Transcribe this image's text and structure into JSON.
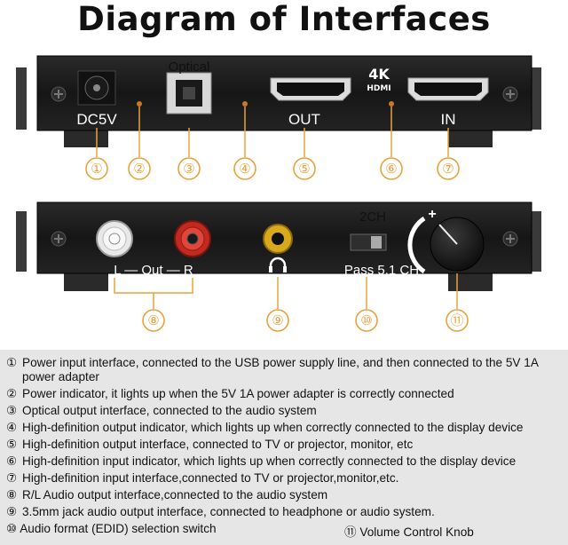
{
  "title": "Diagram of Interfaces",
  "front_panel": {
    "optical_label": "Optical",
    "dc_label": "DC5V",
    "out_label": "OUT",
    "in_label": "IN",
    "brand_4k": "4K",
    "brand_hdmi": "HDMI"
  },
  "rear_panel": {
    "lr_label": "L — Out — R",
    "switch_top": "2CH",
    "switch_bottom": "Pass  5.1 CH",
    "plus": "+",
    "minus": "−"
  },
  "callouts": [
    "①",
    "②",
    "③",
    "④",
    "⑤",
    "⑥",
    "⑦",
    "⑧",
    "⑨",
    "⑩",
    "⑪"
  ],
  "legend": [
    {
      "num": "①",
      "text": "Power input interface, connected to the USB power supply line, and then connected to the 5V 1A",
      "cont": "power adapter"
    },
    {
      "num": "②",
      "text": "Power indicator, it lights up when the 5V 1A power adapter is correctly connected"
    },
    {
      "num": "③",
      "text": "Optical output interface, connected to the audio system"
    },
    {
      "num": "④",
      "text": "High-definition output indicator, which lights up when correctly connected to the display device"
    },
    {
      "num": "⑤",
      "text": "High-definition output interface, connected to TV or projector, monitor, etc"
    },
    {
      "num": "⑥",
      "text": "High-definition input indicator, which lights up when correctly connected to the display device"
    },
    {
      "num": "⑦",
      "text": "High-definition input interface,connected to TV or projector,monitor,etc."
    },
    {
      "num": "⑧",
      "text": "R/L Audio output interface,connected to the audio system"
    },
    {
      "num": "⑨",
      "text": "3.5mm jack audio output interface, connected to headphone or audio system."
    }
  ],
  "legend_last": [
    {
      "num": "⑩",
      "text": "Audio format (EDID) selection switch"
    },
    {
      "num": "⑪",
      "text": "Volume Control Knob"
    }
  ],
  "colors": {
    "panel": "#1b1b1b",
    "callout": "#e9a23b",
    "legend_bg": "#e6e6e6",
    "rca_white": "#f2f2f2",
    "rca_red": "#d8342a",
    "jack_gold": "#e7b421"
  }
}
